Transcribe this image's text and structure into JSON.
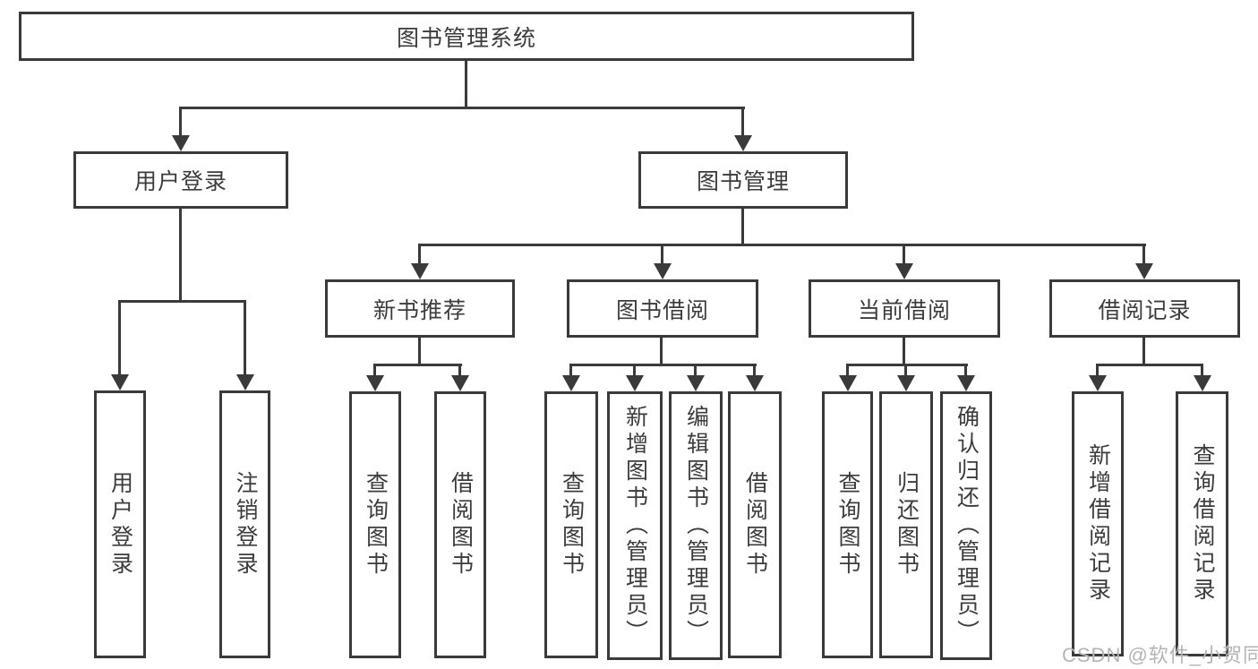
{
  "diagram": {
    "title_node": {
      "label": "图书管理系统"
    },
    "level2": [
      {
        "label": "用户登录"
      },
      {
        "label": "图书管理"
      }
    ],
    "level3": [
      {
        "label": "新书推荐"
      },
      {
        "label": "图书借阅"
      },
      {
        "label": "当前借阅"
      },
      {
        "label": "借阅记录"
      }
    ],
    "leaves": {
      "user_login": [
        "用户登录",
        "注销登录"
      ],
      "new_books": [
        "查询图书",
        "借阅图书"
      ],
      "book_borrow": [
        "查询图书",
        "新增图书（管理员）",
        "编辑图书（管理员）",
        "借阅图书"
      ],
      "current_borrow": [
        "查询图书",
        "归还图书",
        "确认归还（管理员）"
      ],
      "borrow_records": [
        "新增借阅记录",
        "查询借阅记录"
      ]
    },
    "watermark": "CSDN @软件_小贺同学",
    "colors": {
      "line": "#3a3a3a",
      "text": "#3c3c3c",
      "watermark": "#b5b5b5",
      "background": "#ffffff"
    }
  }
}
